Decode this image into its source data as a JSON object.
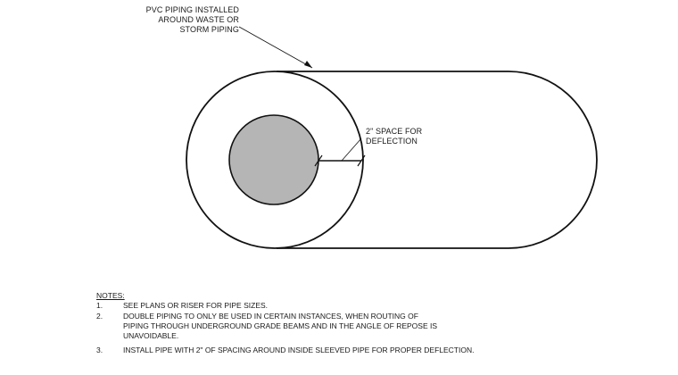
{
  "callouts": {
    "pvc": {
      "lines": [
        "PVC PIPING INSTALLED",
        "AROUND WASTE OR",
        "STORM PIPING"
      ]
    },
    "deflection": {
      "lines": [
        "2\" SPACE FOR",
        "DEFLECTION"
      ]
    }
  },
  "notes": {
    "title": "NOTES:",
    "items": [
      {
        "number": "1.",
        "lines": [
          "SEE PLANS OR RISER FOR PIPE SIZES."
        ]
      },
      {
        "number": "2.",
        "lines": [
          "DOUBLE PIPING TO ONLY BE USED IN CERTAIN INSTANCES, WHEN ROUTING OF",
          "PIPING THROUGH UNDERGROUND GRADE BEAMS AND IN THE ANGLE OF REPOSE IS",
          "UNAVOIDABLE."
        ]
      },
      {
        "number": "3.",
        "lines": [
          "INSTALL PIPE WITH 2\" OF SPACING AROUND INSIDE SLEEVED PIPE FOR PROPER DEFLECTION."
        ]
      }
    ]
  },
  "colors": {
    "stroke": "#111111",
    "inner_pipe_fill": "#b5b5b5",
    "background": "#ffffff"
  }
}
